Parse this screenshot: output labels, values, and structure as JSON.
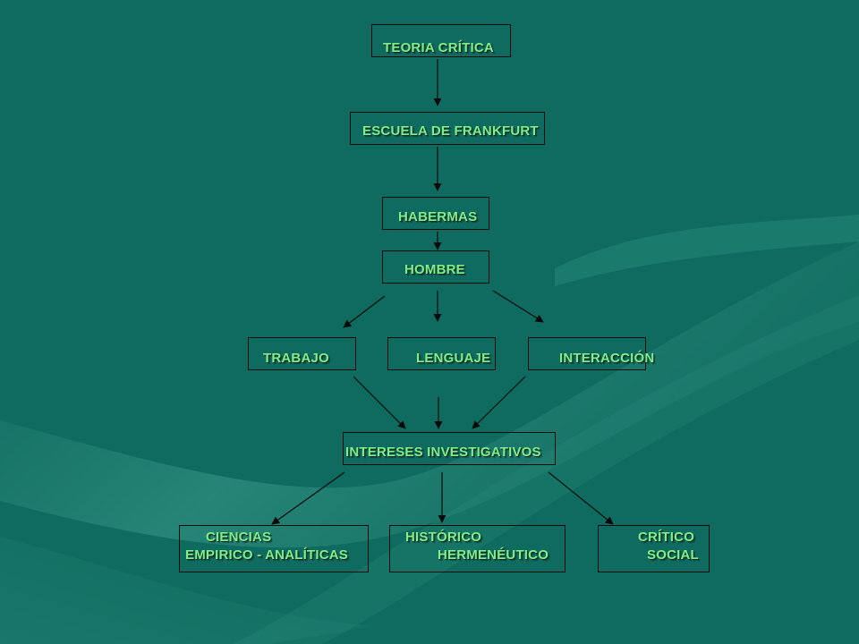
{
  "colors": {
    "background": "#0f6b5f",
    "node_text": "#7ef08a",
    "node_border": "#0a0a0a",
    "arrow": "#0a0a0a"
  },
  "nodes": {
    "teoria": {
      "lines": [
        "TEORIA CRÍTICA"
      ]
    },
    "escuela": {
      "lines": [
        "ESCUELA DE FRANKFURT"
      ]
    },
    "habermas": {
      "lines": [
        "HABERMAS"
      ]
    },
    "hombre": {
      "lines": [
        "HOMBRE"
      ]
    },
    "trabajo": {
      "lines": [
        "TRABAJO"
      ]
    },
    "lenguaje": {
      "lines": [
        "LENGUAJE"
      ]
    },
    "interaccion": {
      "lines": [
        "INTERACCIÓN"
      ]
    },
    "intereses": {
      "lines": [
        "INTERESES INVESTIGATIVOS"
      ]
    },
    "ciencias": {
      "lines": [
        "CIENCIAS",
        "EMPIRICO - ANALÍTICAS"
      ]
    },
    "historico": {
      "lines": [
        "HISTÓRICO",
        "HERMENÉUTICO"
      ]
    },
    "critico": {
      "lines": [
        "CRÍTICO",
        "SOCIAL"
      ]
    }
  },
  "edges": [
    [
      "teoria",
      "escuela"
    ],
    [
      "escuela",
      "habermas"
    ],
    [
      "habermas",
      "hombre"
    ],
    [
      "hombre",
      "trabajo"
    ],
    [
      "hombre",
      "lenguaje"
    ],
    [
      "hombre",
      "interaccion"
    ],
    [
      "trabajo",
      "intereses"
    ],
    [
      "lenguaje",
      "intereses"
    ],
    [
      "interaccion",
      "intereses"
    ],
    [
      "intereses",
      "ciencias"
    ],
    [
      "intereses",
      "historico"
    ],
    [
      "intereses",
      "critico"
    ]
  ]
}
